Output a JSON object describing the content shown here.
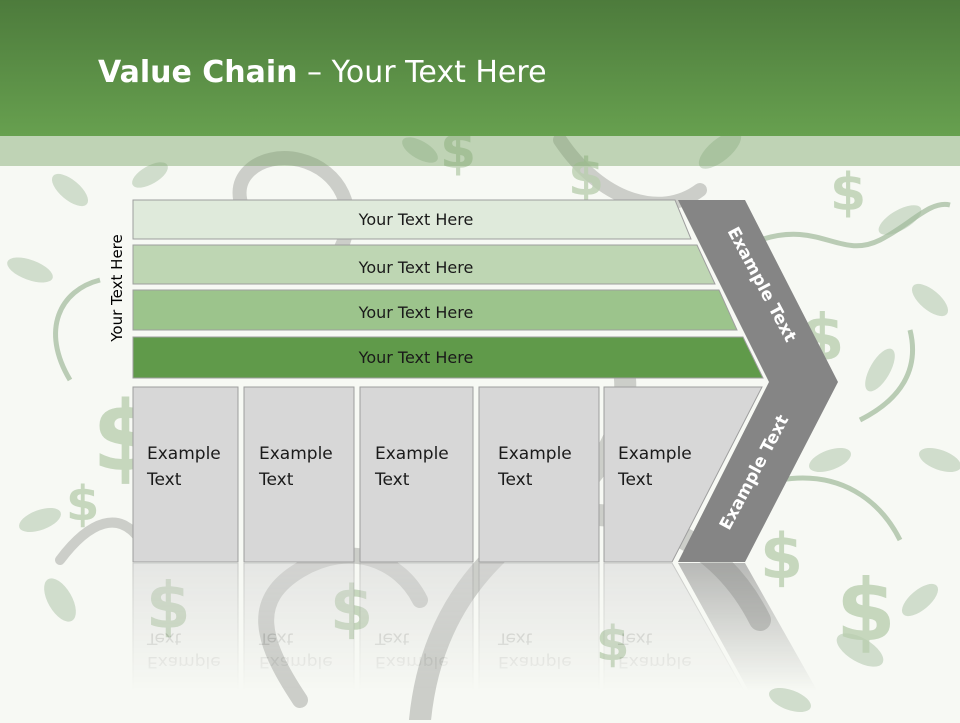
{
  "slide": {
    "title_bold": "Value Chain",
    "title_rest": " – Your Text Here",
    "side_label": "Your Text Here"
  },
  "support_rows": [
    {
      "label": "Your Text Here",
      "color": "#dfeadb"
    },
    {
      "label": "Your Text Here",
      "color": "#bed6b3"
    },
    {
      "label": "Your Text Here",
      "color": "#9cc48c"
    },
    {
      "label": "Your Text Here",
      "color": "#609a4a"
    }
  ],
  "primary_boxes": [
    {
      "line1": "Example",
      "line2": "Text"
    },
    {
      "line1": "Example",
      "line2": "Text"
    },
    {
      "line1": "Example",
      "line2": "Text"
    },
    {
      "line1": "Example",
      "line2": "Text"
    },
    {
      "line1": "Example",
      "line2": "Text"
    }
  ],
  "margin_arrow": {
    "top_label": "Example Text",
    "bottom_label": "Example Text",
    "color": "#858585"
  },
  "colors": {
    "box_fill": "#d7d7d7",
    "title_bar": "#5e9148",
    "decor": "#9fb99a"
  }
}
